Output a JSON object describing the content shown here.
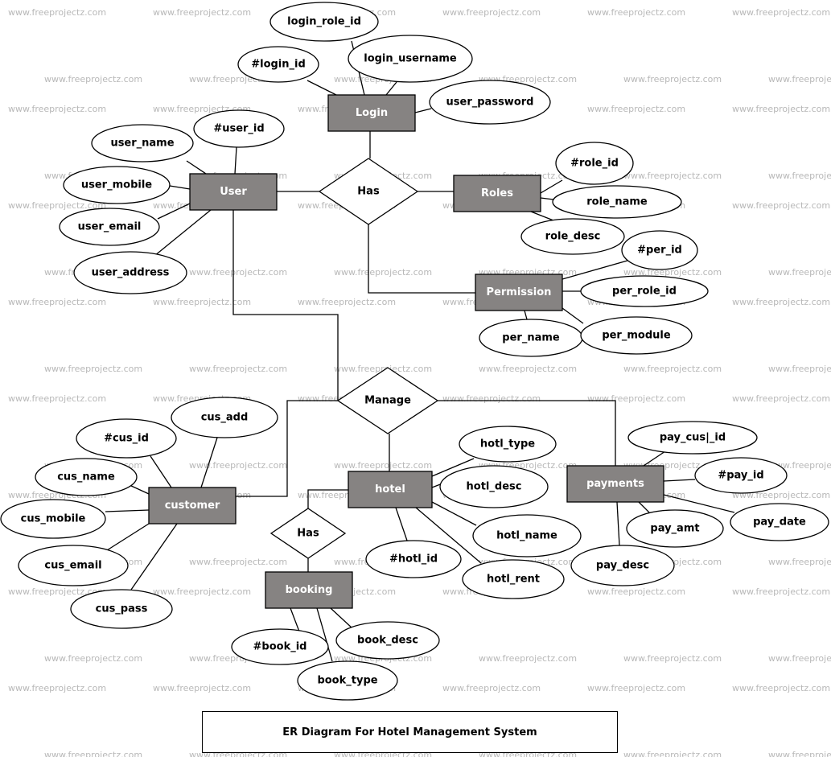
{
  "watermark": "www.freeprojectz.com",
  "caption": "ER Diagram For Hotel Management System",
  "entities": [
    {
      "id": "login",
      "label": "Login"
    },
    {
      "id": "user",
      "label": "User"
    },
    {
      "id": "roles",
      "label": "Roles"
    },
    {
      "id": "permission",
      "label": "Permission"
    },
    {
      "id": "customer",
      "label": "customer"
    },
    {
      "id": "hotel",
      "label": "hotel"
    },
    {
      "id": "payments",
      "label": "payments"
    },
    {
      "id": "booking",
      "label": "booking"
    }
  ],
  "relationships": [
    {
      "id": "has-user-roles",
      "label": "Has"
    },
    {
      "id": "manage",
      "label": "Manage"
    },
    {
      "id": "has-hotel-booking",
      "label": "Has"
    }
  ],
  "attributes": [
    {
      "id": "login_role_id",
      "label": "login_role_id",
      "entity": "login"
    },
    {
      "id": "login_id",
      "label": "#login_id",
      "entity": "login"
    },
    {
      "id": "login_username",
      "label": "login_username",
      "entity": "login"
    },
    {
      "id": "user_password",
      "label": "user_password",
      "entity": "login"
    },
    {
      "id": "user_id",
      "label": "#user_id",
      "entity": "user"
    },
    {
      "id": "user_name",
      "label": "user_name",
      "entity": "user"
    },
    {
      "id": "user_mobile",
      "label": "user_mobile",
      "entity": "user"
    },
    {
      "id": "user_email",
      "label": "user_email",
      "entity": "user"
    },
    {
      "id": "user_address",
      "label": "user_address",
      "entity": "user"
    },
    {
      "id": "role_id",
      "label": "#role_id",
      "entity": "roles"
    },
    {
      "id": "role_name",
      "label": "role_name",
      "entity": "roles"
    },
    {
      "id": "role_desc",
      "label": "role_desc",
      "entity": "roles"
    },
    {
      "id": "per_id",
      "label": "#per_id",
      "entity": "permission"
    },
    {
      "id": "per_role_id",
      "label": "per_role_id",
      "entity": "permission"
    },
    {
      "id": "per_name",
      "label": "per_name",
      "entity": "permission"
    },
    {
      "id": "per_module",
      "label": "per_module",
      "entity": "permission"
    },
    {
      "id": "cus_add",
      "label": "cus_add",
      "entity": "customer"
    },
    {
      "id": "cus_id",
      "label": "#cus_id",
      "entity": "customer"
    },
    {
      "id": "cus_name",
      "label": "cus_name",
      "entity": "customer"
    },
    {
      "id": "cus_mobile",
      "label": "cus_mobile",
      "entity": "customer"
    },
    {
      "id": "cus_email",
      "label": "cus_email",
      "entity": "customer"
    },
    {
      "id": "cus_pass",
      "label": "cus_pass",
      "entity": "customer"
    },
    {
      "id": "hotl_type",
      "label": "hotl_type",
      "entity": "hotel"
    },
    {
      "id": "hotl_desc",
      "label": "hotl_desc",
      "entity": "hotel"
    },
    {
      "id": "hotl_name",
      "label": "hotl_name",
      "entity": "hotel"
    },
    {
      "id": "hotl_id",
      "label": "#hotl_id",
      "entity": "hotel"
    },
    {
      "id": "hotl_rent",
      "label": "hotl_rent",
      "entity": "hotel"
    },
    {
      "id": "pay_cus_id",
      "label": "pay_cus|_id",
      "entity": "payments"
    },
    {
      "id": "pay_id",
      "label": "#pay_id",
      "entity": "payments"
    },
    {
      "id": "pay_amt",
      "label": "pay_amt",
      "entity": "payments"
    },
    {
      "id": "pay_date",
      "label": "pay_date",
      "entity": "payments"
    },
    {
      "id": "pay_desc",
      "label": "pay_desc",
      "entity": "payments"
    },
    {
      "id": "book_id",
      "label": "#book_id",
      "entity": "booking"
    },
    {
      "id": "book_desc",
      "label": "book_desc",
      "entity": "booking"
    },
    {
      "id": "book_type",
      "label": "book_type",
      "entity": "booking"
    }
  ]
}
